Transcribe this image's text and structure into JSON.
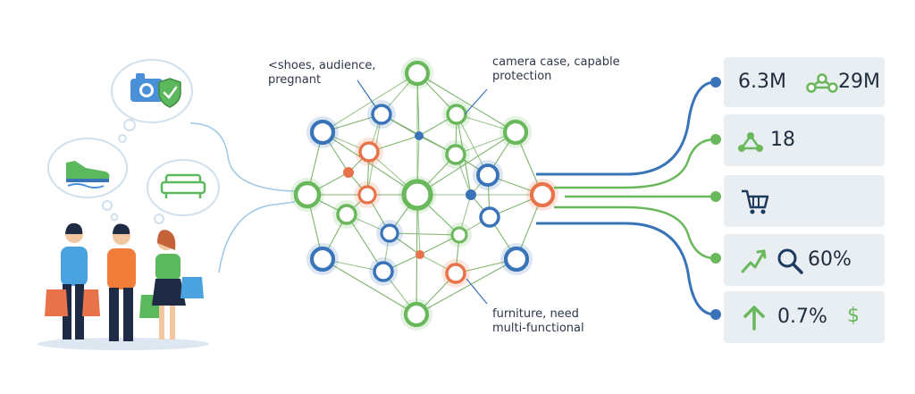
{
  "annotations": {
    "shoes": [
      "<shoes, audience,",
      "pregnant"
    ],
    "camera": [
      "camera case, capable",
      "protection"
    ],
    "furniture": [
      "furniture, need",
      "multi-functional"
    ]
  },
  "metrics": {
    "card1_value_a": "6.3M",
    "card1_value_b": "29M",
    "card2_value": "18",
    "card4_value": "60%",
    "card5_value_a": "0.7%",
    "card5_symbol": "$"
  },
  "icons": {
    "card1": [
      "nodes-graph-icon"
    ],
    "card2": [
      "nodes-graph-icon"
    ],
    "card3": [
      "shopping-cart-icon"
    ],
    "card4": [
      "growth-arrow-icon",
      "search-icon"
    ],
    "card5": [
      "up-arrow-icon",
      "dollar-icon"
    ],
    "thoughts": [
      "camera-icon",
      "shield-icon",
      "sneaker-icon",
      "sofa-icon"
    ]
  },
  "colors": {
    "blue": "#3a74b8",
    "green": "#6ab85c",
    "orange": "#e8734a",
    "card_bg": "#e9eef3"
  }
}
